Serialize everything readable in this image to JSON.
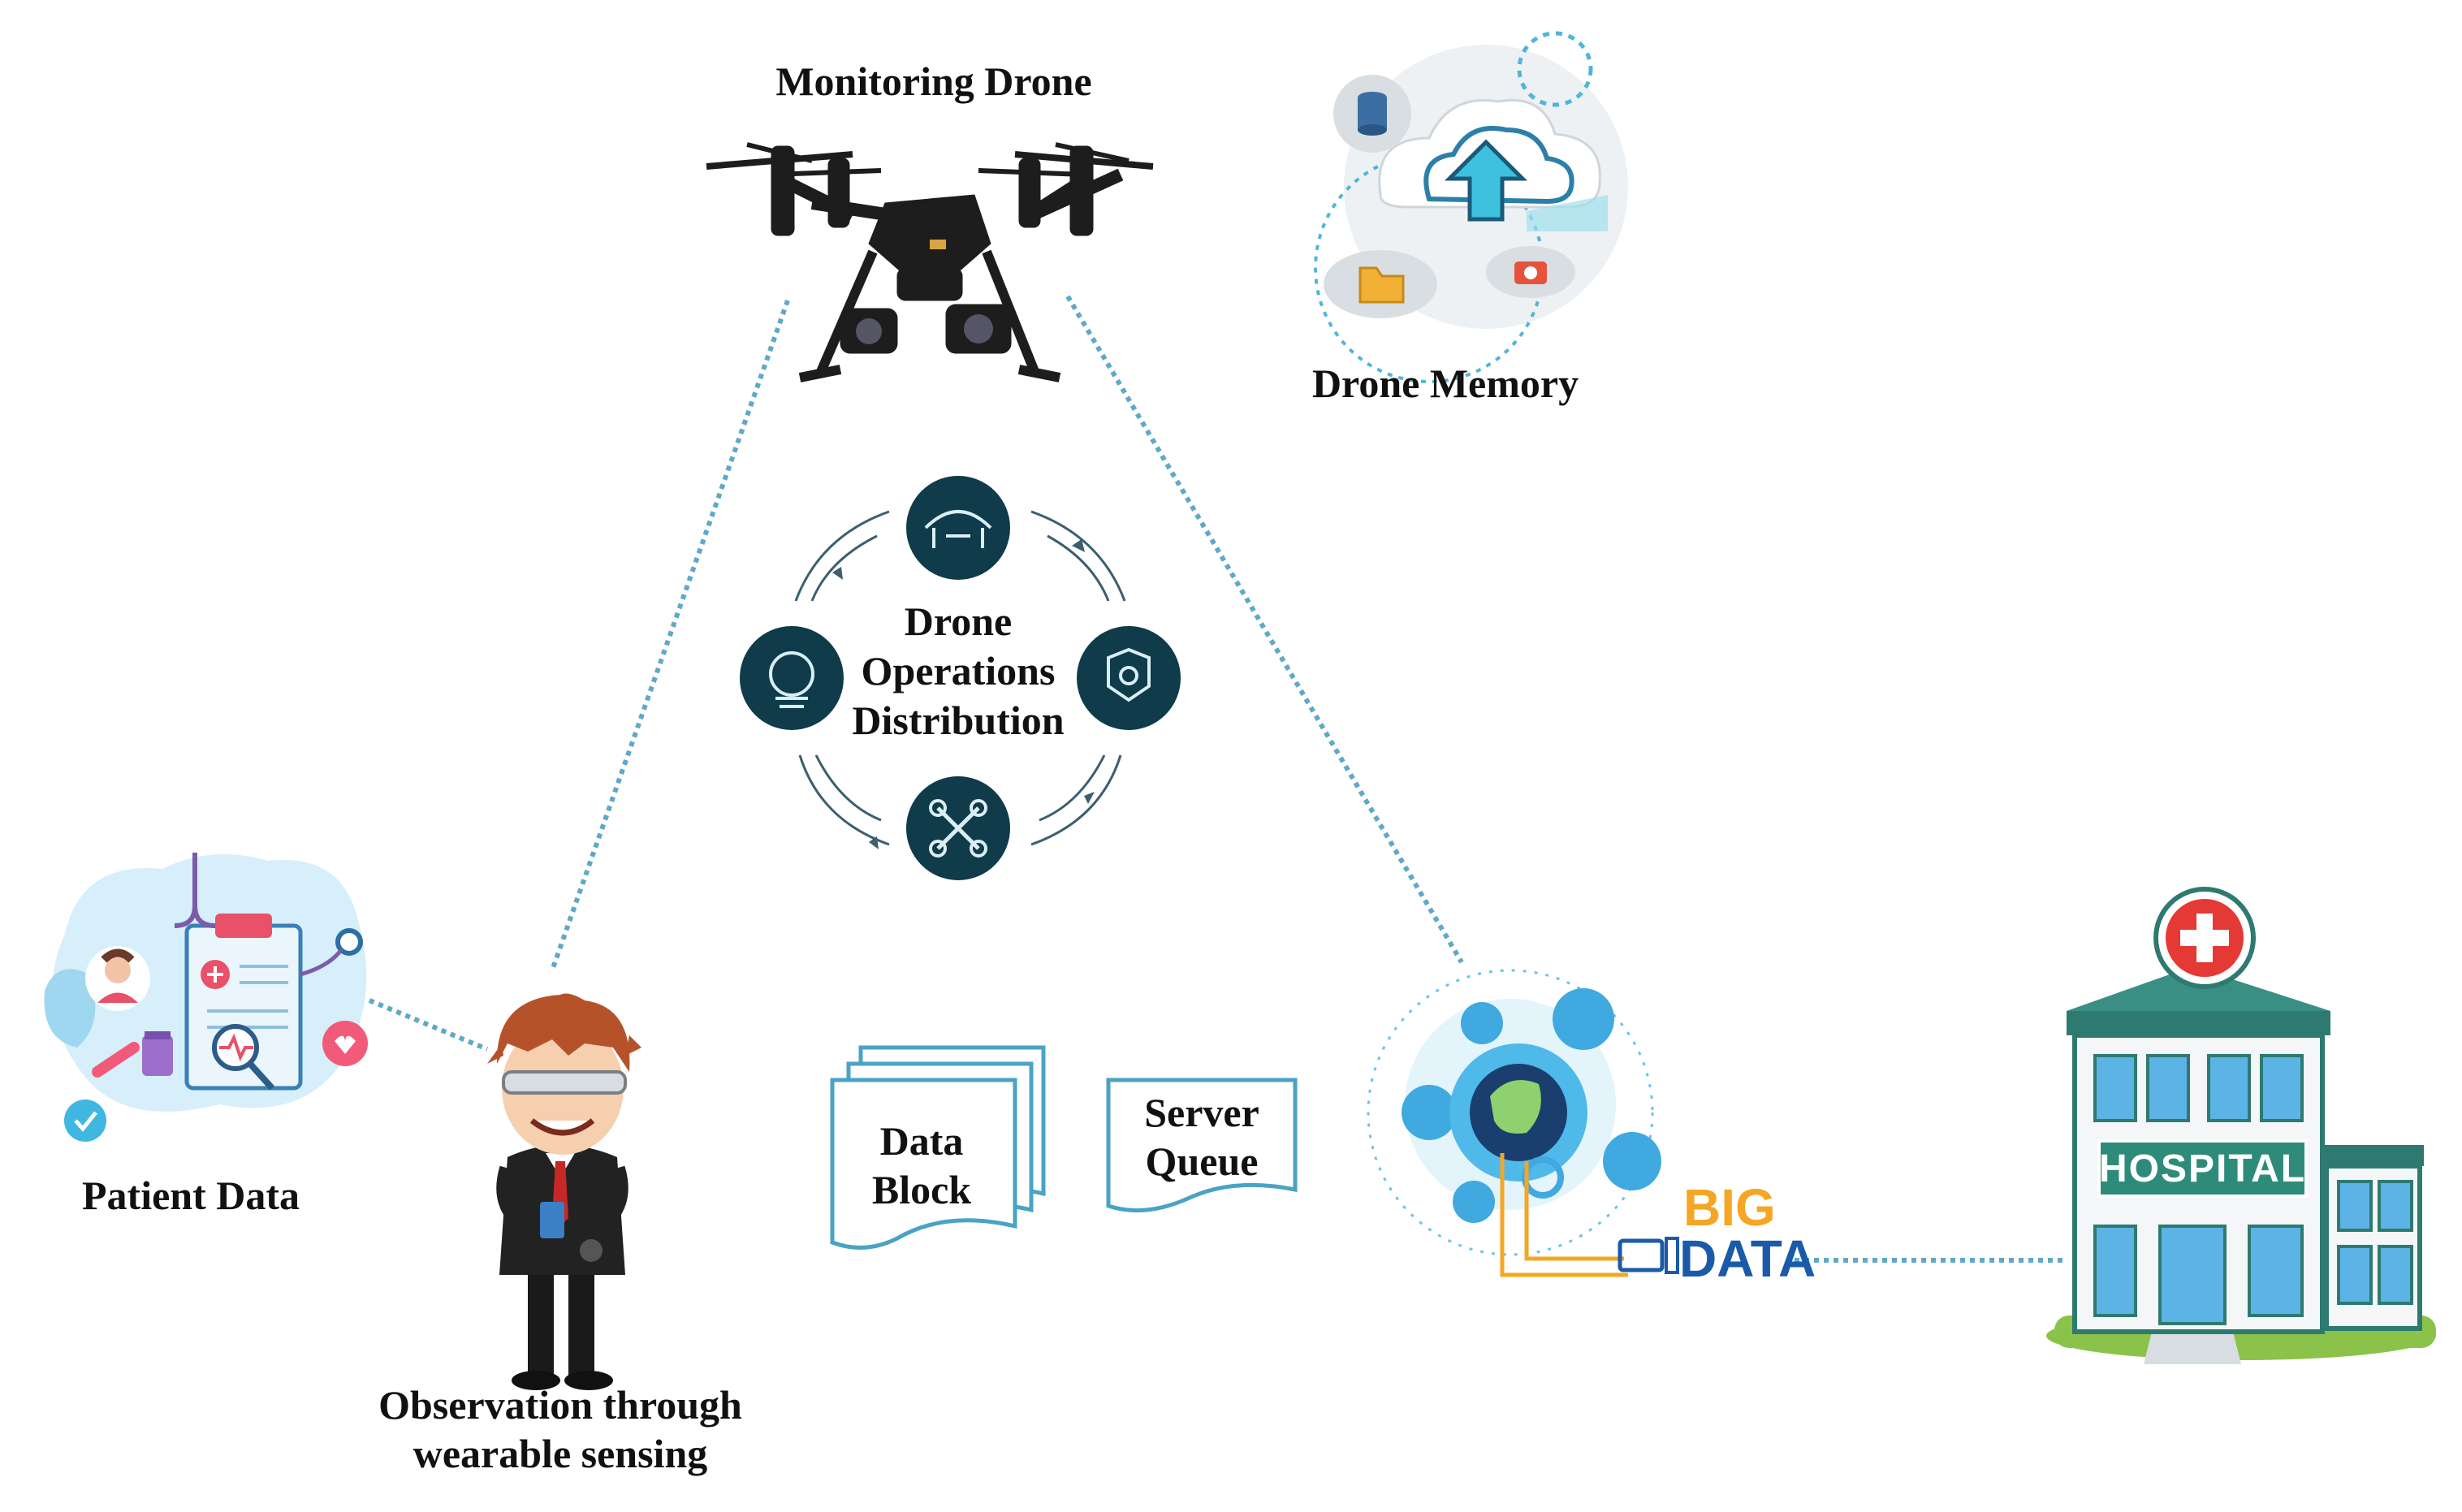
{
  "labels": {
    "monitoring_drone": "Monitoring Drone",
    "drone_memory": "Drone Memory",
    "operations": "Drone\nOperations\nDistribution",
    "patient_data": "Patient Data",
    "observation": "Observation through\nwearable sensing",
    "data_block": "Data\nBlock",
    "server_queue": "Server\nQueue",
    "big": "BIG",
    "data": "DATA",
    "hospital": "HOSPITAL"
  },
  "icons": [
    "drone-icon",
    "cloud-upload-icon",
    "database-icon",
    "folder-icon",
    "camera-icon",
    "operations-cycle-icon",
    "doctor-figure-icon",
    "clipboard-icon",
    "big-data-globe-icon",
    "hospital-building-icon",
    "medical-cross-icon"
  ],
  "colors": {
    "link_line": "#5fa8c8",
    "dark_teal": "#0f3b4a",
    "doc_outline": "#4aa3c3",
    "big_orange": "#f5a623",
    "data_blue": "#1a5aa8",
    "hospital_green": "#2e8b7a",
    "hospital_red": "#e53935",
    "lawn_green": "#8bc34a"
  }
}
